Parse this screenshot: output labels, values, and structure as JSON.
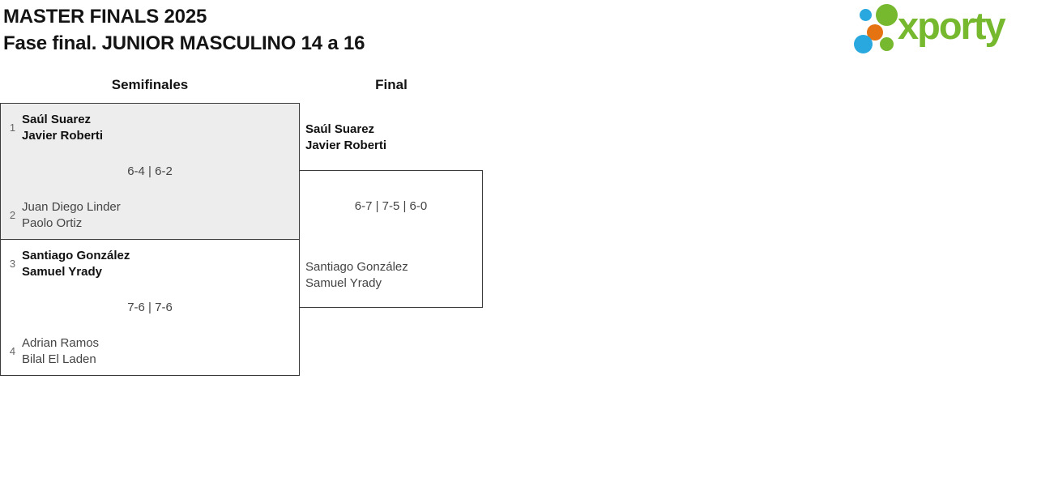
{
  "header": {
    "title": "MASTER FINALS 2025",
    "subtitle": "Fase final. JUNIOR MASCULINO 14 a 16",
    "logo": {
      "wordmark": "xporty"
    }
  },
  "bracket": {
    "rounds": [
      {
        "label": "Semifinales"
      },
      {
        "label": "Final"
      }
    ],
    "semifinals": [
      {
        "team1": {
          "seed": "1",
          "players": [
            "Saúl Suarez",
            "Javier Roberti"
          ],
          "winner": true
        },
        "score": "6-4 | 6-2",
        "team2": {
          "seed": "2",
          "players": [
            "Juan Diego Linder",
            "Paolo Ortiz"
          ],
          "winner": false
        }
      },
      {
        "team1": {
          "seed": "3",
          "players": [
            "Santiago González",
            "Samuel Yrady"
          ],
          "winner": true
        },
        "score": "7-6 | 7-6",
        "team2": {
          "seed": "4",
          "players": [
            "Adrian Ramos",
            "Bilal El Laden"
          ],
          "winner": false
        }
      }
    ],
    "final": {
      "winner": {
        "players": [
          "Saúl Suarez",
          "Javier Roberti"
        ]
      },
      "score": "6-7 | 7-5 | 6-0",
      "team2": {
        "players": [
          "Santiago González",
          "Samuel Yrady"
        ]
      }
    }
  },
  "colors": {
    "brand_green": "#76b82e",
    "brand_blue": "#29a8df",
    "brand_orange": "#e67312",
    "box_border": "#3a3a3a",
    "shaded_match_bg": "#ededed",
    "winner_text": "#111111",
    "loser_text": "#444444",
    "seed_text": "#666666"
  }
}
